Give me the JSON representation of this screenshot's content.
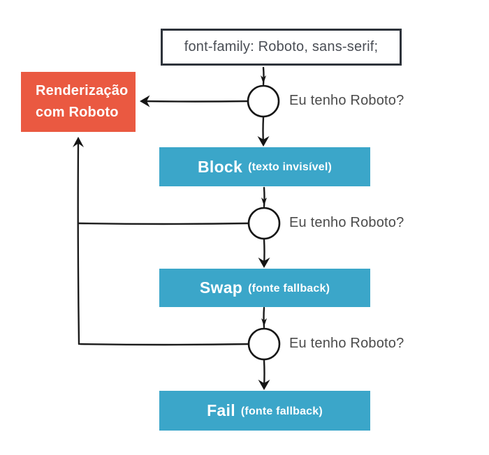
{
  "declaration": {
    "text": "font-family: Roboto, sans-serif;"
  },
  "result": {
    "line1": "Renderização",
    "line2": "com Roboto"
  },
  "decisions": [
    {
      "question": "Eu tenho Roboto?"
    },
    {
      "question": "Eu tenho Roboto?"
    },
    {
      "question": "Eu tenho Roboto?"
    }
  ],
  "stages": [
    {
      "name": "Block",
      "note": "(texto invisível)"
    },
    {
      "name": "Swap",
      "note": "(fonte fallback)"
    },
    {
      "name": "Fail",
      "note": "(fonte fallback)"
    }
  ],
  "colors": {
    "stage_bg": "#3ba6c9",
    "result_bg": "#ea5941",
    "declaration_border": "#2e333b",
    "line": "#1c1c1c",
    "question_text": "#4b4b4b",
    "declaration_text": "#4a4e55"
  }
}
